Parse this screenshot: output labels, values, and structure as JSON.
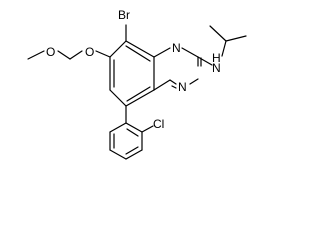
{
  "molecule": {
    "atoms": {
      "bromine": "Br",
      "ether_oxygen": "O",
      "methoxy_oxygen": "O",
      "ring_nitrogen_1": "N",
      "ring_nitrogen_3": "N",
      "amine_nitrogen": "N",
      "amine_hydrogen": "H",
      "chlorine": "Cl"
    },
    "colors": {
      "ink": "#000000",
      "background": "#ffffff"
    }
  }
}
